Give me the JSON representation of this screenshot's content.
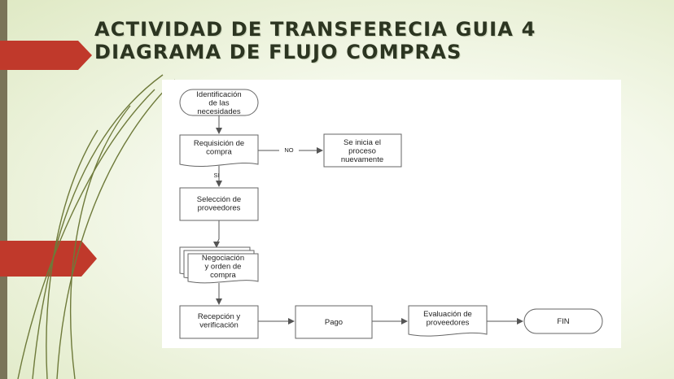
{
  "slide": {
    "title": "ACTIVIDAD DE TRANSFERECIA GUIA 4 DIAGRAMA DE FLUJO COMPRAS"
  },
  "colors": {
    "accent_red": "#c0392b",
    "side_bar": "#7a7458",
    "vine": "#6e7a3a",
    "node_stroke": "#666666",
    "edge": "#555555"
  },
  "flowchart": {
    "nodes": {
      "identificacion": "Identificación de las necesidades",
      "requisicion": "Requisición de compra",
      "reinicio": "Se inicia el proceso nuevamente",
      "seleccion": "Selección de proveedores",
      "negociacion": "Negociación y orden de compra",
      "recepcion": "Recepción y verificación",
      "pago": "Pago",
      "evaluacion": "Evaluación de proveedores",
      "fin": "FIN"
    },
    "edges": {
      "no_label": "NO",
      "si_label": "SI"
    }
  }
}
